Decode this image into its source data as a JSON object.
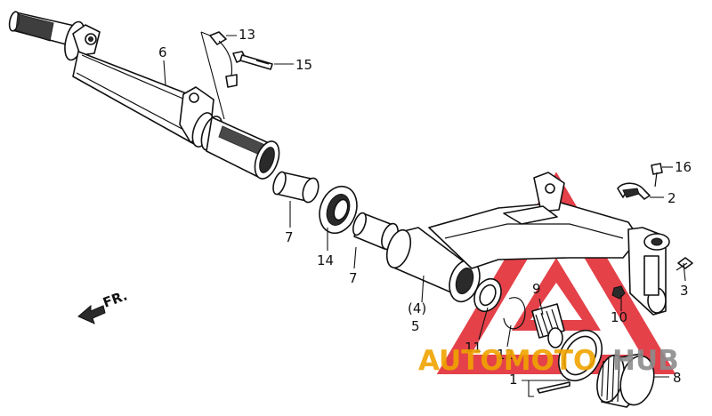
{
  "diagram": {
    "callouts": [
      {
        "id": "c13",
        "text": "13"
      },
      {
        "id": "c15",
        "text": "15"
      },
      {
        "id": "c6",
        "text": "6"
      },
      {
        "id": "c7a",
        "text": "7"
      },
      {
        "id": "c14",
        "text": "14"
      },
      {
        "id": "c7b",
        "text": "7"
      },
      {
        "id": "c4",
        "text": "(4)"
      },
      {
        "id": "c5",
        "text": "5"
      },
      {
        "id": "c16",
        "text": "16"
      },
      {
        "id": "c2",
        "text": "2"
      },
      {
        "id": "c3",
        "text": "3"
      },
      {
        "id": "c9",
        "text": "9"
      },
      {
        "id": "c10",
        "text": "10"
      },
      {
        "id": "c11",
        "text": "11"
      },
      {
        "id": "c12",
        "text": "12"
      },
      {
        "id": "c1",
        "text": "1"
      },
      {
        "id": "c8",
        "text": "8"
      }
    ],
    "direction_label": "FR.",
    "watermark": {
      "text_left": "AUTOMOTO",
      "text_right": "HUB",
      "color_orange": "#f0a400",
      "color_red": "#e0202a",
      "color_gray": "#8c8c8c"
    }
  }
}
